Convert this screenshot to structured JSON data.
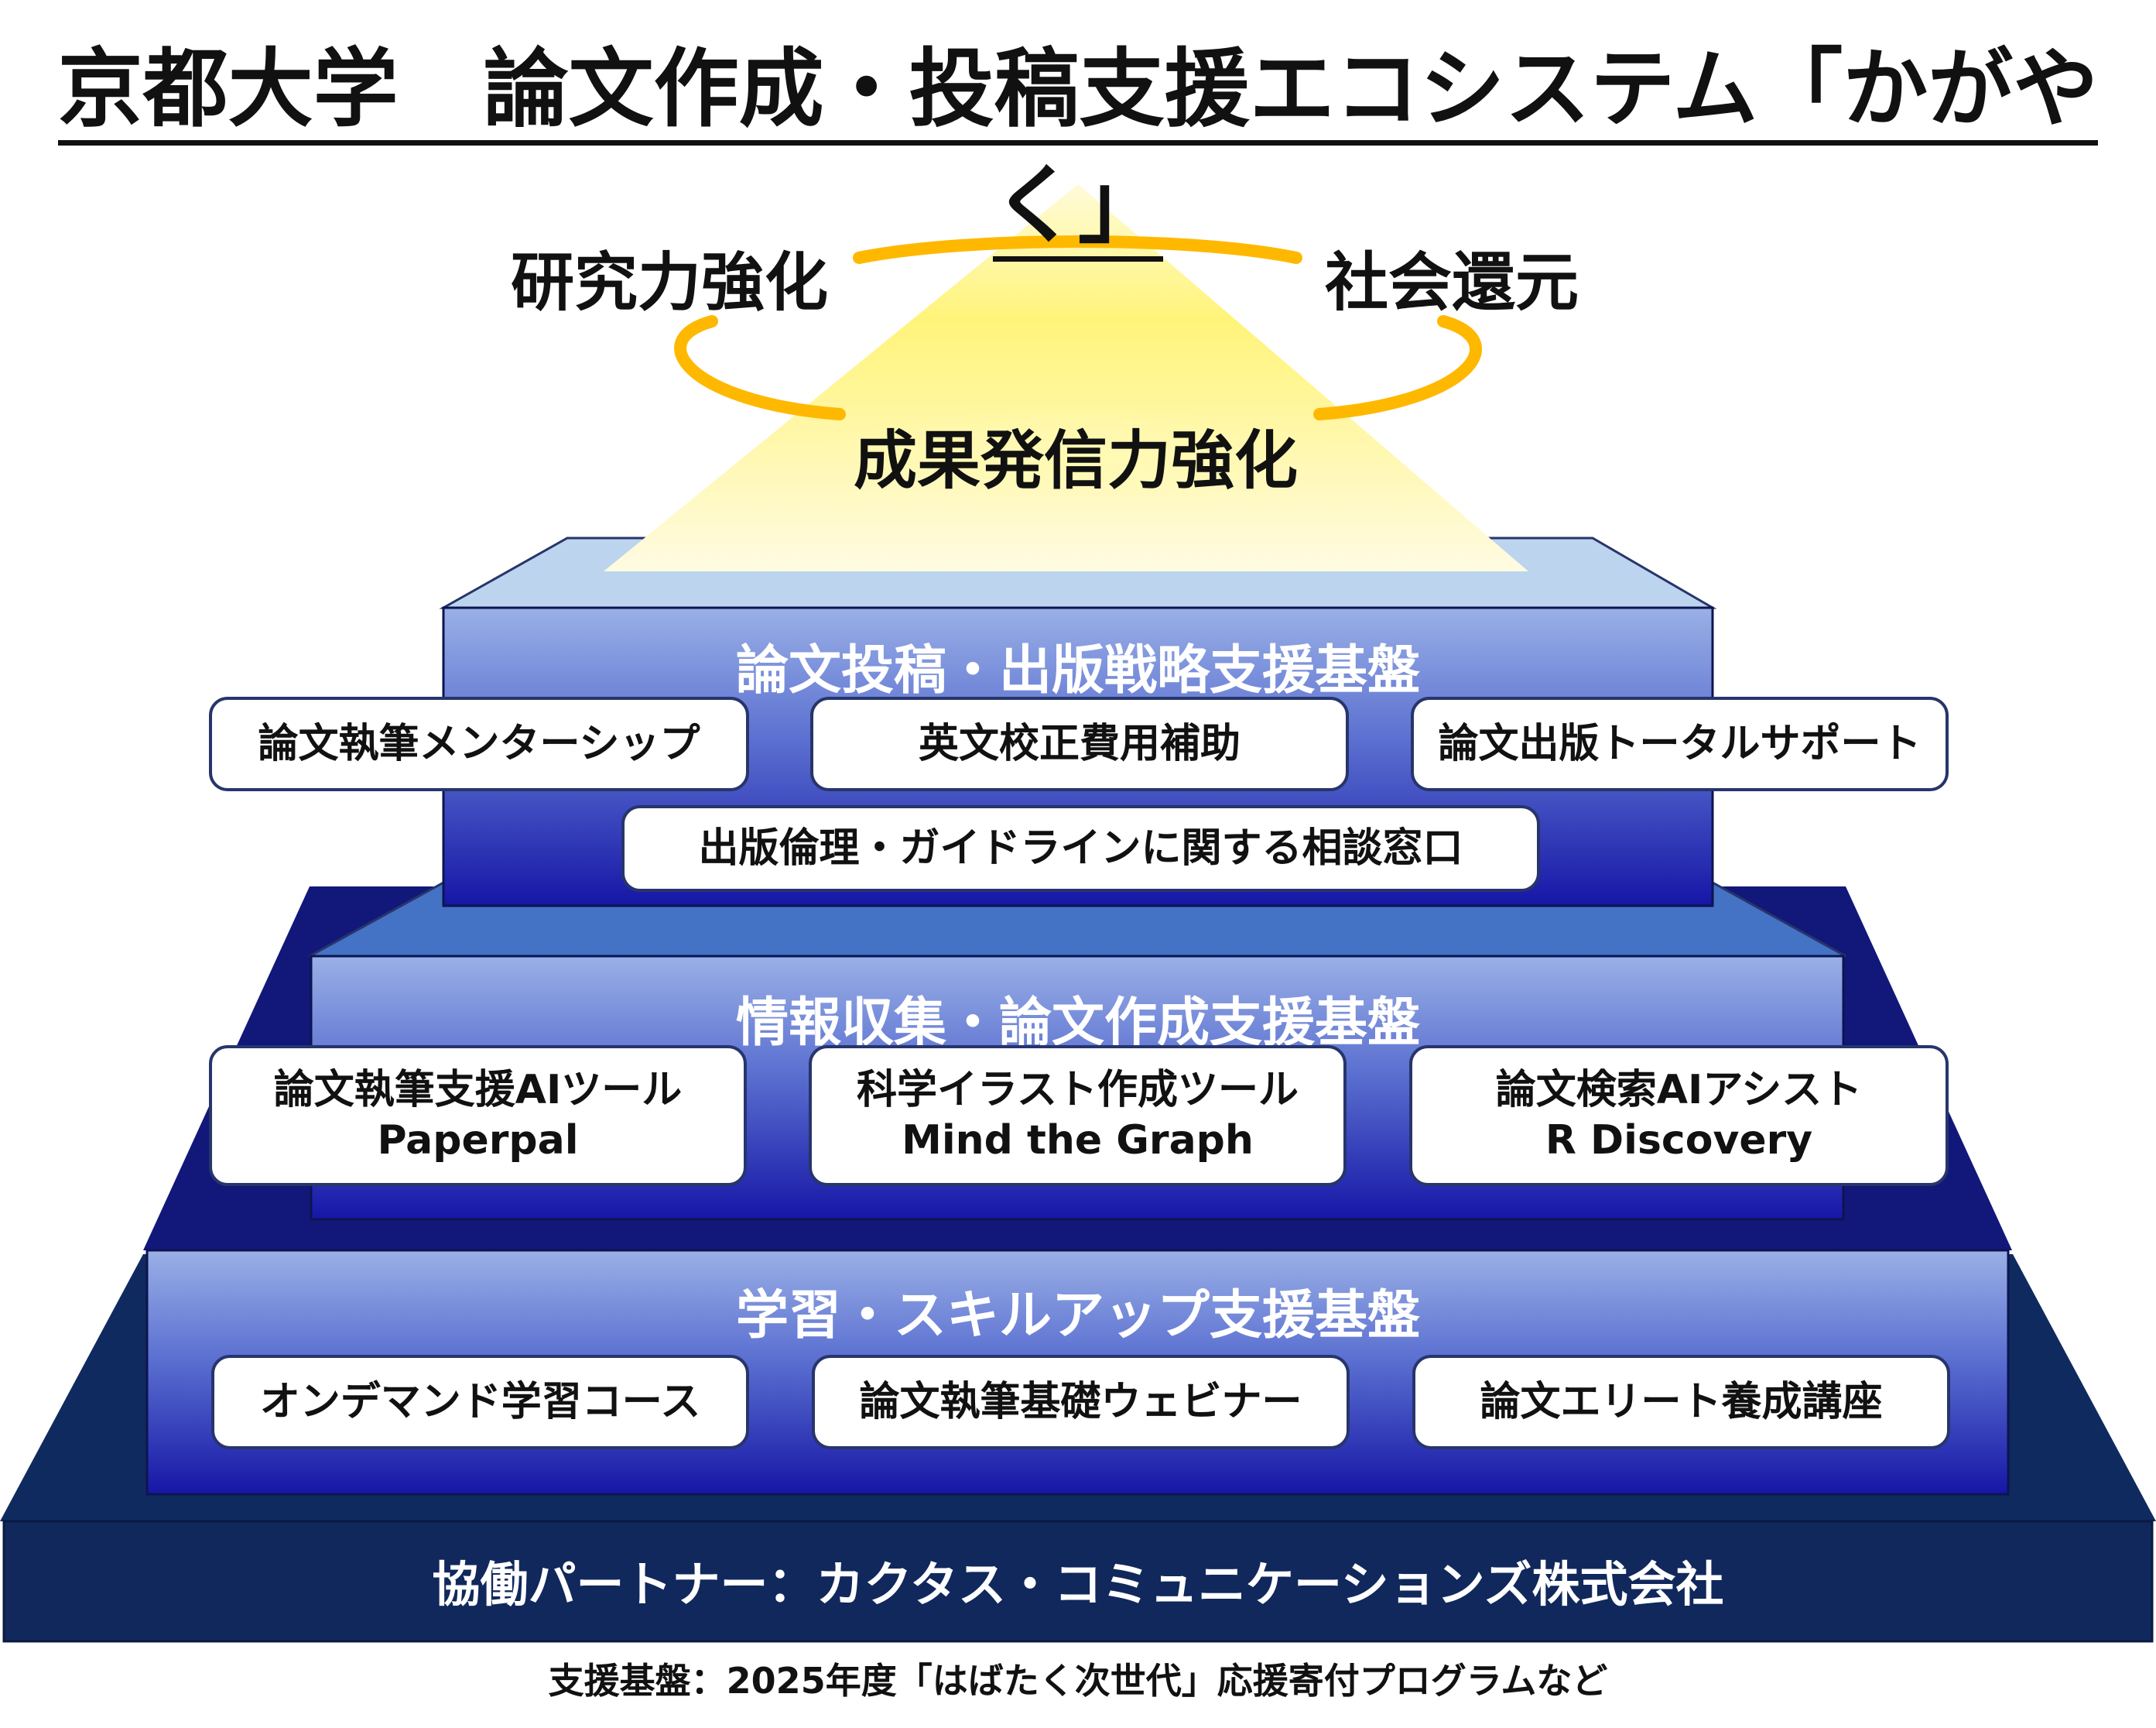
{
  "title": "京都大学　論文作成・投稿支援エコシステム「かがやく」",
  "goals": {
    "left": "研究力強化",
    "right": "社会還元",
    "center": "成果発信力強化"
  },
  "tiers": [
    {
      "label": "論文投稿・出版戦略支援基盤",
      "items": [
        "論文執筆メンターシップ",
        "英文校正費用補助",
        "論文出版トータルサポート",
        "出版倫理・ガイドラインに関する相談窓口"
      ]
    },
    {
      "label": "情報収集・論文作成支援基盤",
      "items": [
        {
          "line1": "論文執筆支援AIツール",
          "line2": "Paperpal"
        },
        {
          "line1": "科学イラスト作成ツール",
          "line2": "Mind the Graph"
        },
        {
          "line1": "論文検索AIアシスト",
          "line2": "R Discovery"
        }
      ]
    },
    {
      "label": "学習・スキルアップ支援基盤",
      "items": [
        "オンデマンド学習コース",
        "論文執筆基礎ウェビナー",
        "論文エリート養成講座"
      ]
    }
  ],
  "base": "協働パートナー：カクタス・コミュニケーションズ株式会社",
  "footnote": "支援基盤：2025年度「はばたく次世代」応援寄付プログラムなど",
  "colors": {
    "top_face": "#bcd4ee",
    "tier2_face": "#4472c4",
    "tier3_face": "#12177a",
    "base_face": "#0f2a5e",
    "front_light": "#8fa8e2",
    "front_dark": "#1a1aa8",
    "glow": "#fff36b",
    "ring": "#ffb800",
    "border": "#27356b"
  }
}
